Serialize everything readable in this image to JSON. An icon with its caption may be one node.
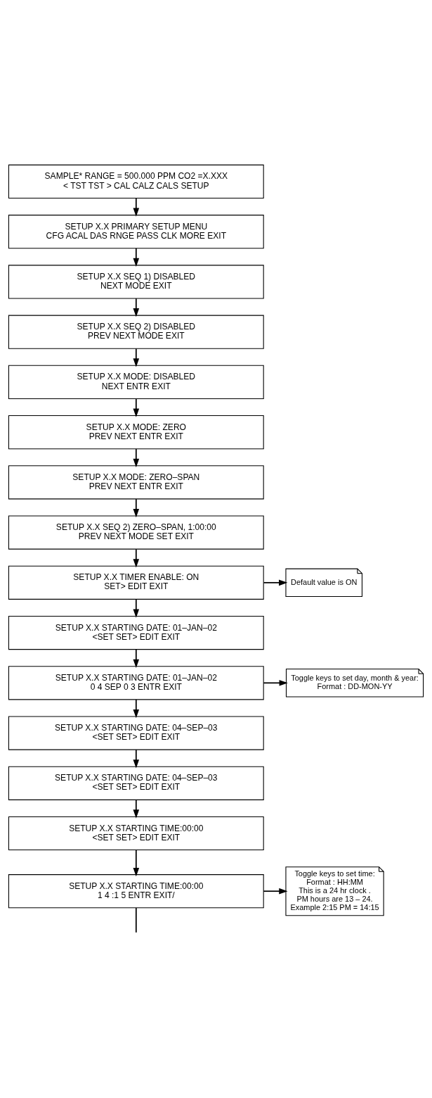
{
  "diagram": {
    "nodes": [
      {
        "text": [
          "SAMPLE* RANGE = 500.000 PPM CO2 =X.XXX",
          "< TST TST > CAL CALZ CALS SETUP"
        ]
      },
      {
        "text": [
          "SETUP X.X PRIMARY SETUP MENU",
          "CFG ACAL DAS RNGE PASS CLK MORE EXIT"
        ]
      },
      {
        "text": [
          "SETUP X.X SEQ 1) DISABLED",
          "NEXT MODE EXIT"
        ]
      },
      {
        "text": [
          "SETUP X.X SEQ 2) DISABLED",
          "PREV NEXT MODE EXIT"
        ]
      },
      {
        "text": [
          "SETUP X.X MODE: DISABLED",
          "NEXT ENTR EXIT"
        ]
      },
      {
        "text": [
          "SETUP X.X MODE: ZERO",
          "PREV NEXT ENTR EXIT"
        ]
      },
      {
        "text": [
          "SETUP X.X MODE: ZERO–SPAN",
          "PREV NEXT ENTR EXIT"
        ]
      },
      {
        "text": [
          "SETUP X.X SEQ 2) ZERO–SPAN, 1:00:00",
          "PREV NEXT MODE SET EXIT"
        ]
      },
      {
        "text": [
          "Default value is ON"
        ]
      },
      {
        "text": [
          "SETUP X.X TIMER ENABLE: ON",
          "SET> EDIT EXIT"
        ]
      },
      {
        "text": [
          "SETUP X.X STARTING DATE: 01–JAN–02",
          "<SET SET> EDIT EXIT"
        ]
      },
      {
        "text": [
          "Toggle keys to set day, month & year:",
          "Format : DD-MON-YY"
        ]
      },
      {
        "text": [
          "SETUP X.X STARTING DATE: 01–JAN–02",
          "0 4 SEP 0 3 ENTR EXIT"
        ]
      },
      {
        "text": [
          "SETUP X.X STARTING DATE: 04–SEP–03",
          "<SET SET> EDIT EXIT"
        ]
      },
      {
        "text": [
          "SETUP X.X STARTING DATE: 04–SEP–03",
          "<SET SET> EDIT EXIT"
        ]
      },
      {
        "text": [
          "Toggle keys to set time:",
          "Format : HH:MM",
          "This is a 24 hr clock .",
          "PM hours are 13 – 24.",
          "Example 2:15 PM = 14:15"
        ]
      },
      {
        "text": [
          "SETUP X.X STARTING TIME:00:00",
          "<SET SET> EDIT EXIT"
        ]
      },
      {
        "text": [
          "SETUP X.X STARTING TIME:00:00",
          "1 4 :1 5 ENTR EXIT/"
        ]
      }
    ],
    "edges": [
      {
        "from": 0,
        "to": 1,
        "arrow": "to"
      },
      {
        "from": 1,
        "to": 2,
        "arrow": "to"
      },
      {
        "from": 2,
        "to": 3,
        "arrow": "to"
      },
      {
        "from": 3,
        "to": 4,
        "arrow": "to"
      },
      {
        "from": 4,
        "to": 5,
        "arrow": "to"
      },
      {
        "from": 5,
        "to": 6,
        "arrow": "to"
      },
      {
        "from": 6,
        "to": 7,
        "arrow": "to"
      },
      {
        "from": 7,
        "to": 9,
        "arrow": "to"
      },
      {
        "from": 9,
        "to": 8,
        "arrow": "to"
      },
      {
        "from": 9,
        "to": 10,
        "arrow": "to"
      },
      {
        "from": 10,
        "to": 12,
        "arrow": "to"
      },
      {
        "from": 12,
        "to": 11,
        "arrow": "to"
      },
      {
        "from": 12,
        "to": 13,
        "arrow": "to"
      },
      {
        "from": 13,
        "to": 14,
        "arrow": "to"
      },
      {
        "from": 14,
        "to": 16,
        "arrow": "to"
      },
      {
        "from": 16,
        "to": 17,
        "arrow": "to"
      },
      {
        "from": 17,
        "to": 15,
        "arrow": "to"
      },
      {
        "from": 17,
        "to": null,
        "arrow": "none"
      }
    ]
  }
}
